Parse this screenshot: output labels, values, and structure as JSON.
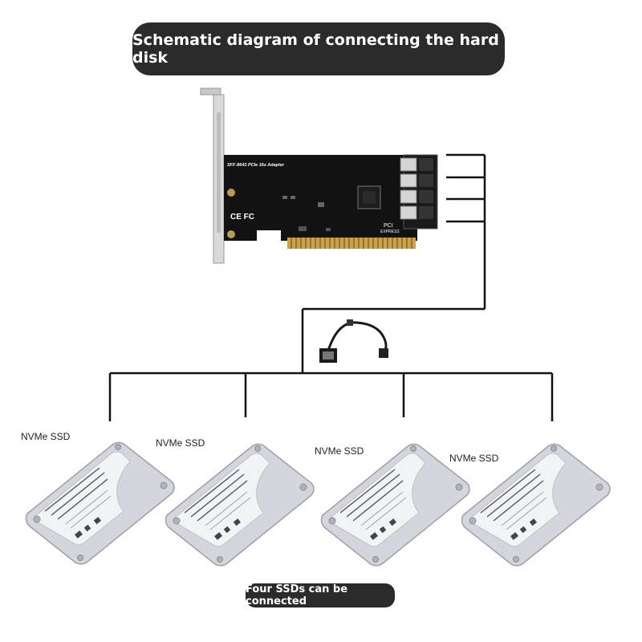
{
  "title": "Schematic diagram of connecting the hard disk",
  "footer": "Four SSDs can be connected",
  "adapter": {
    "pcb_text": "SFF-8643 PCIe 16x Adapter",
    "cert_marks": "CE FC",
    "pci_logo_top": "PCI",
    "pci_logo_bottom": "EXPRESS"
  },
  "ssds": [
    {
      "label": "NVMe SSD"
    },
    {
      "label": "NVMe SSD"
    },
    {
      "label": "NVMe SSD"
    },
    {
      "label": "NVMe SSD"
    }
  ],
  "colors": {
    "pill_bg": "#2b2b2b",
    "pcb": "#111111",
    "line": "#111111",
    "ssd_body": "#c9ccd4"
  }
}
